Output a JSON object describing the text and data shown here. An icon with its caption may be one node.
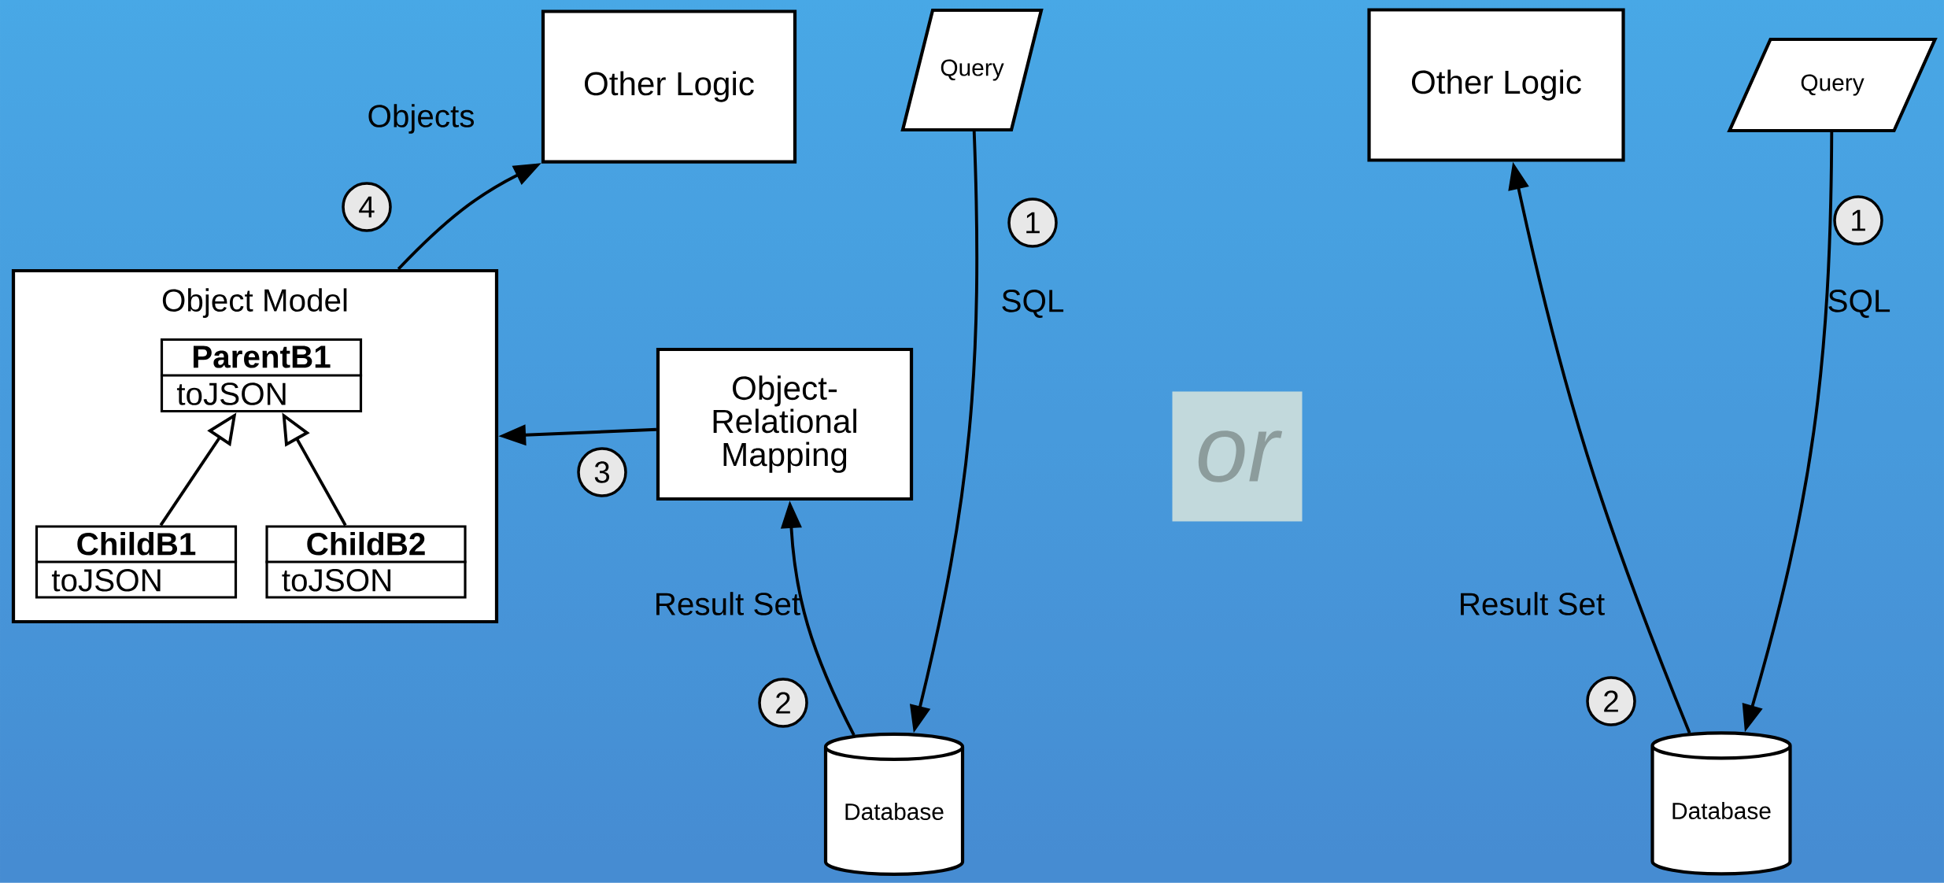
{
  "diagram": {
    "nodes": [
      {
        "text": [
          "Other Logic"
        ]
      },
      {
        "text": [
          "Query"
        ]
      },
      {
        "text": [
          "Object Model"
        ]
      },
      {
        "text": [
          "ParentB1",
          "toJSON"
        ],
        "in": 2
      },
      {
        "text": [
          "ChildB1",
          "toJSON"
        ],
        "in": 2
      },
      {
        "text": [
          "ChildB2",
          "toJSON"
        ],
        "in": 2
      },
      {
        "text": [
          "Object- Relational Mapping"
        ]
      },
      {
        "text": [
          "Database"
        ]
      },
      {
        "text": [
          "Other Logic"
        ]
      },
      {
        "text": [
          "Query"
        ]
      },
      {
        "text": [
          "Database"
        ]
      },
      {
        "text": [
          "or"
        ]
      }
    ],
    "edges": [
      {
        "from": 1,
        "to": 7,
        "arrow": "to",
        "label": "SQL"
      },
      {
        "from": 7,
        "to": 6,
        "arrow": "to",
        "label": "Result Set"
      },
      {
        "from": 6,
        "to": 2,
        "arrow": "to"
      },
      {
        "from": 2,
        "to": 0,
        "arrow": "to",
        "label": "Objects"
      },
      {
        "from": 4,
        "to": 3,
        "arrow": "to"
      },
      {
        "from": 5,
        "to": 3,
        "arrow": "to"
      },
      {
        "from": 9,
        "to": 10,
        "arrow": "to",
        "label": "SQL"
      },
      {
        "from": 10,
        "to": 8,
        "arrow": "to",
        "label": "Result Set"
      }
    ],
    "labels": [
      "4",
      "1",
      "1",
      "3",
      "2",
      "2"
    ]
  }
}
